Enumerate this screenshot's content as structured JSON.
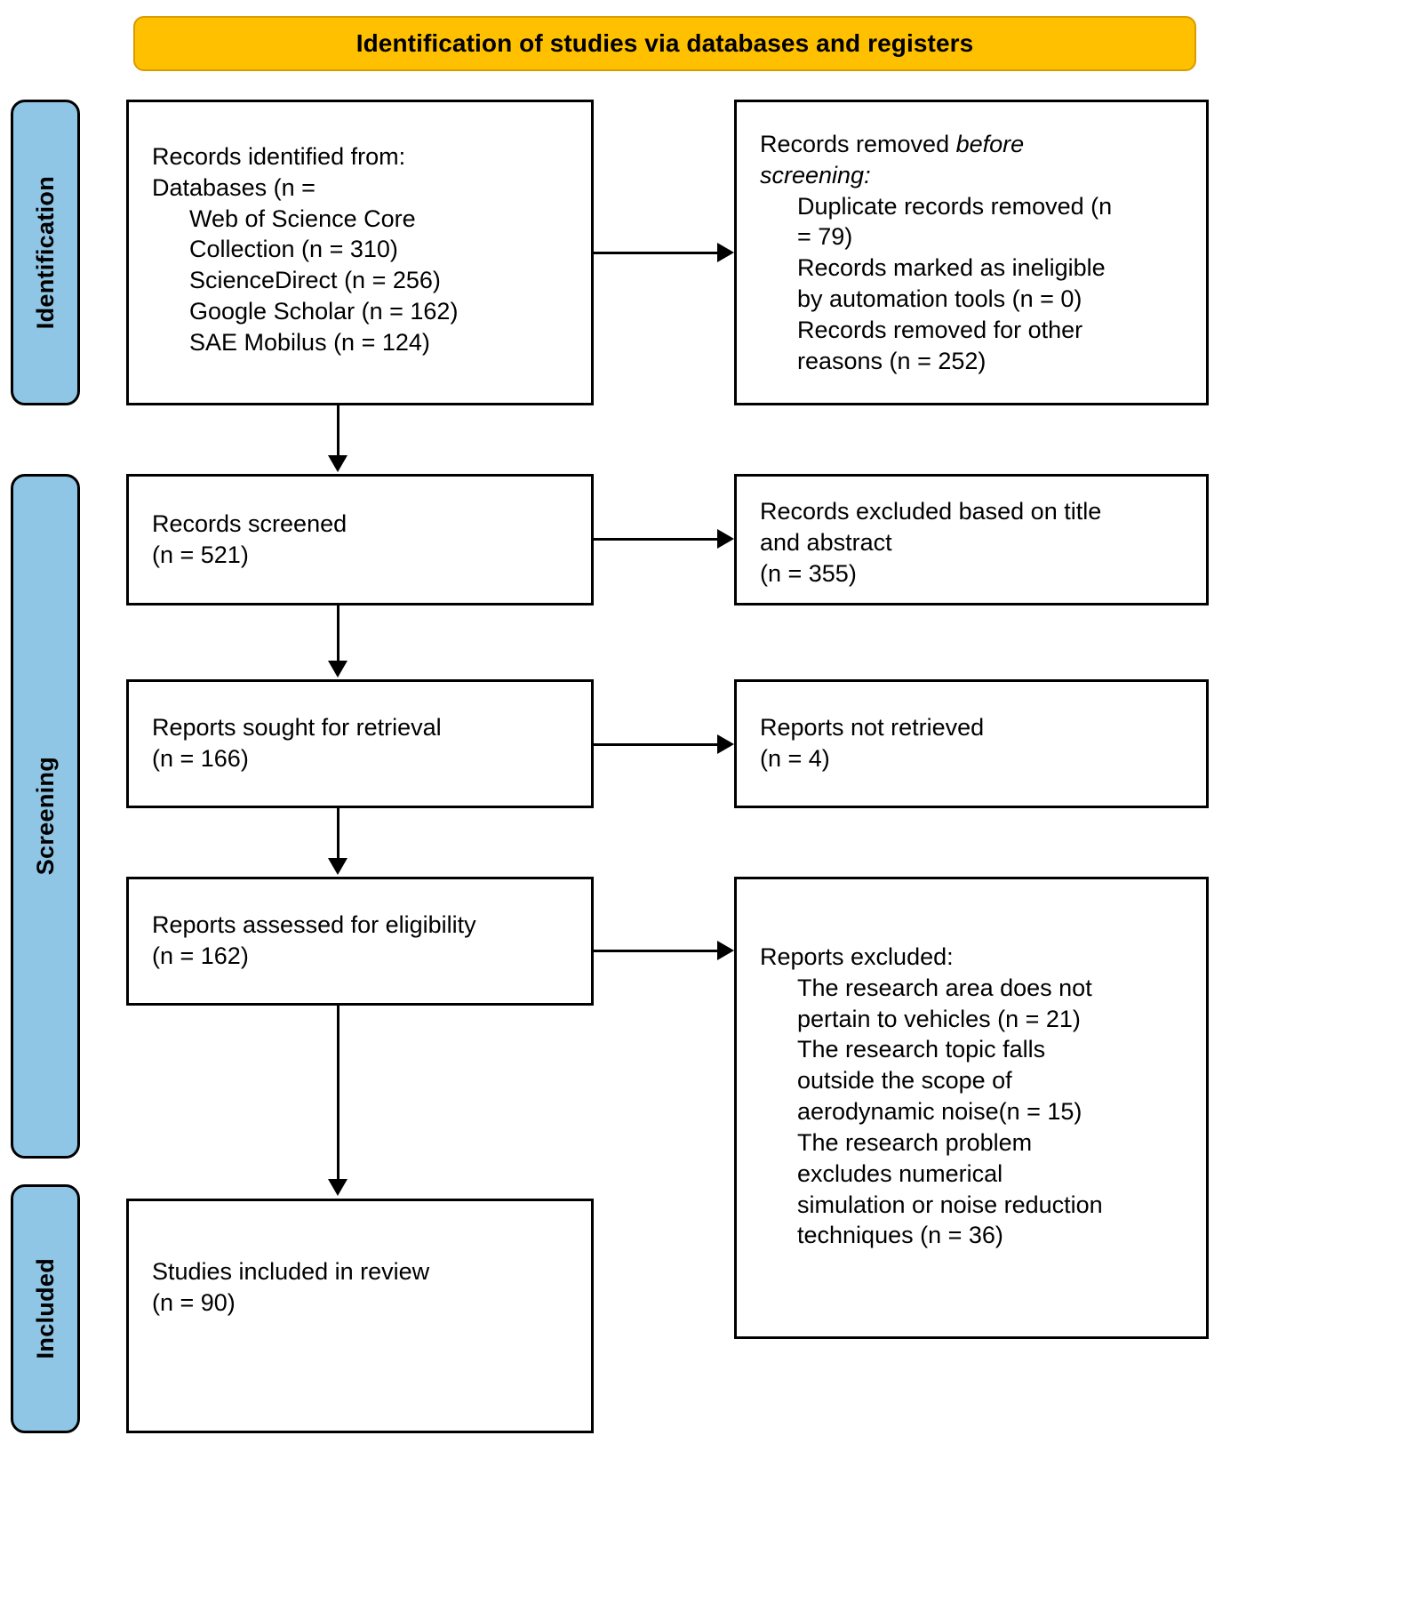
{
  "banner": {
    "title": "Identification of studies via databases and registers"
  },
  "stages": [
    {
      "id": "identification",
      "label": "Identification"
    },
    {
      "id": "screening",
      "label": "Screening"
    },
    {
      "id": "included",
      "label": "Included"
    }
  ],
  "boxes": {
    "identified": {
      "line1": "Records identified from:",
      "line2": "Databases (n =",
      "line3": "Web of Science Core",
      "line4": "Collection (n = 310)",
      "line5": "ScienceDirect (n = 256)",
      "line6": "Google Scholar (n = 162)",
      "line7": "SAE Mobilus (n = 124)"
    },
    "removed": {
      "line1a": "Records removed ",
      "line1b": "before",
      "line2": "screening:",
      "line3": "Duplicate records removed (n",
      "line4": "= 79)",
      "line5": "Records marked as ineligible",
      "line6": "by automation tools (n = 0)",
      "line7": "Records removed for other",
      "line8": "reasons (n = 252)"
    },
    "screened": {
      "line1": "Records screened",
      "line2": "(n = 521)"
    },
    "excluded_title_abstract": {
      "line1": "Records excluded based on title",
      "line2": "and abstract",
      "line3": "(n = 355)"
    },
    "sought": {
      "line1": "Reports sought for retrieval",
      "line2": "(n = 166)"
    },
    "not_retrieved": {
      "line1": "Reports not retrieved",
      "line2": "(n = 4)"
    },
    "assessed": {
      "line1": "Reports assessed for eligibility",
      "line2": "(n = 162)"
    },
    "reports_excluded": {
      "line1": "Reports excluded:",
      "line2": "The research area does not",
      "line3": "pertain to vehicles (n = 21)",
      "line4": "The research topic falls",
      "line5": "outside the scope of",
      "line6": "aerodynamic noise(n = 15)",
      "line7": "The research problem",
      "line8": "excludes numerical",
      "line9": "simulation or noise reduction",
      "line10": "techniques (n = 36)"
    },
    "included": {
      "line1": "Studies included in review",
      "line2": "(n = 90)"
    }
  },
  "colors": {
    "banner_fill": "#FFC000",
    "stage_fill": "#8FC5E5",
    "box_border": "#000000",
    "background": "#FFFFFF"
  }
}
